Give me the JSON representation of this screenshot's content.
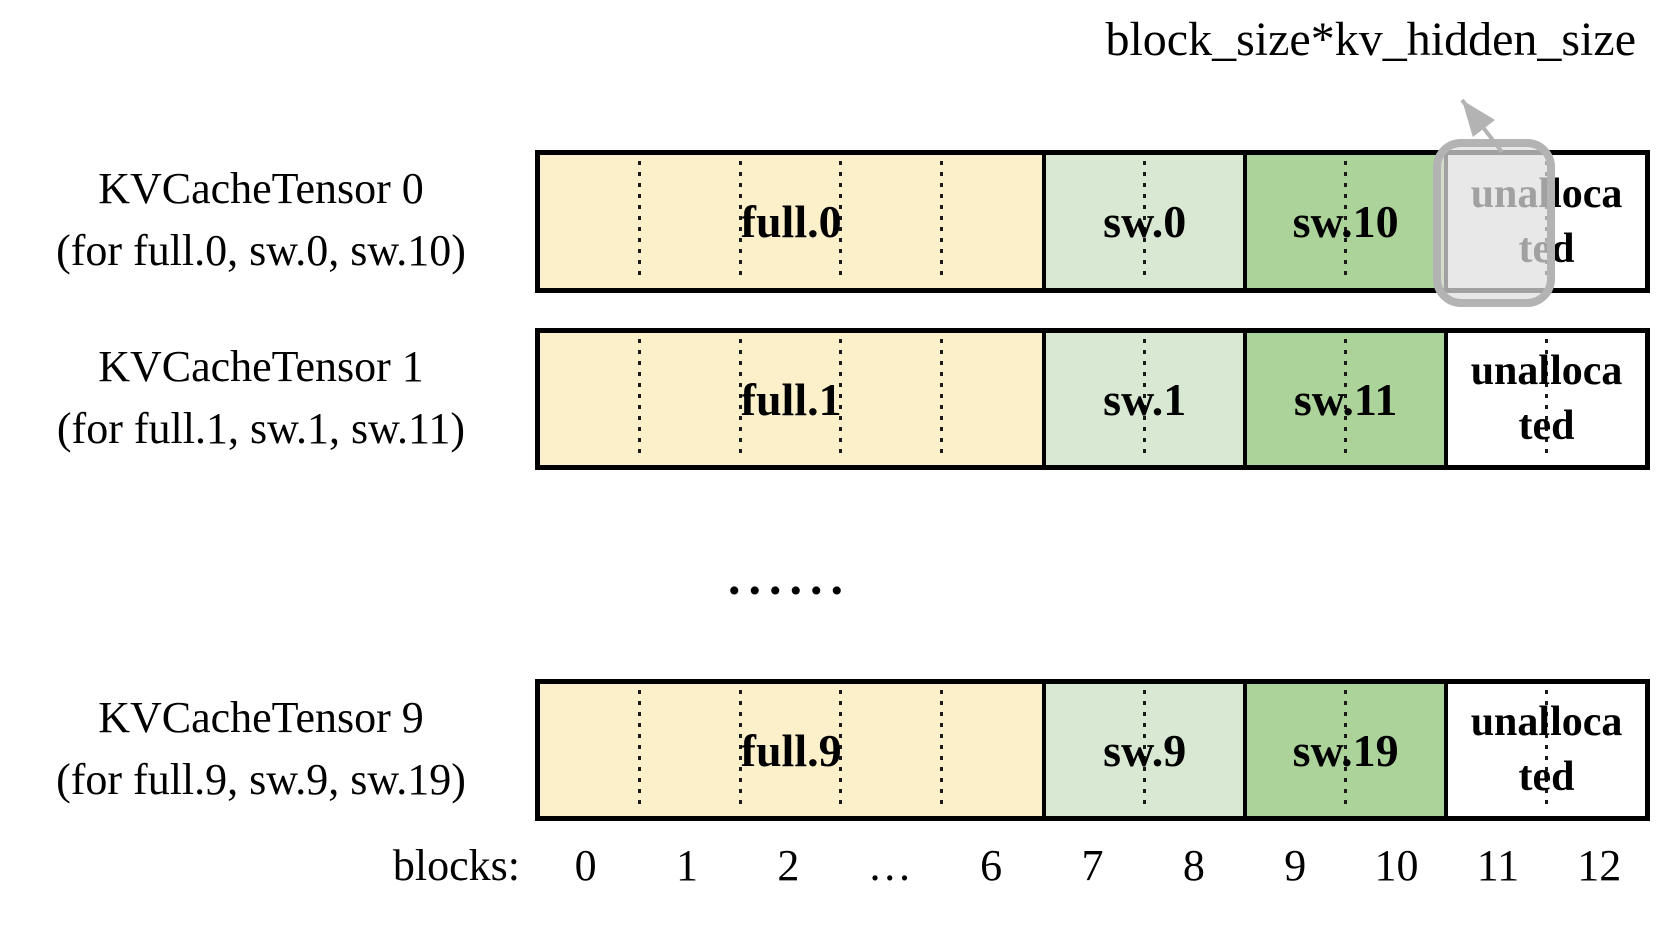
{
  "annotation": {
    "label": "block_size*kv_hidden_size"
  },
  "rows": [
    {
      "title": "KVCacheTensor 0",
      "subtitle": "(for full.0, sw.0, sw.10)",
      "segments": {
        "full": "full.0",
        "sw_low": "sw.0",
        "sw_high": "sw.10",
        "unallocated_line1": "unalloca",
        "unallocated_line2": "ted"
      }
    },
    {
      "title": "KVCacheTensor 1",
      "subtitle": "(for full.1, sw.1, sw.11)",
      "segments": {
        "full": "full.1",
        "sw_low": "sw.1",
        "sw_high": "sw.11",
        "unallocated_line1": "unalloca",
        "unallocated_line2": "ted"
      }
    },
    {
      "title": "KVCacheTensor 9",
      "subtitle": "(for full.9, sw.9, sw.19)",
      "segments": {
        "full": "full.9",
        "sw_low": "sw.9",
        "sw_high": "sw.19",
        "unallocated_line1": "unalloca",
        "unallocated_line2": "ted"
      }
    }
  ],
  "ellipsis": "......",
  "axis": {
    "label": "blocks:",
    "ticks": [
      "0",
      "1",
      "2",
      "…",
      "6",
      "7",
      "8",
      "9",
      "10",
      "11",
      "12"
    ]
  },
  "colors": {
    "full_block": "#FCF0CA",
    "sw_low_block": "#D9E8D3",
    "sw_high_block": "#ACD49A",
    "unallocated_block": "#FFFFFF",
    "border": "#000000",
    "highlight_fill": "#DFDFDF",
    "highlight_border": "#B3B3B3",
    "arrow": "#B3B3B3"
  }
}
